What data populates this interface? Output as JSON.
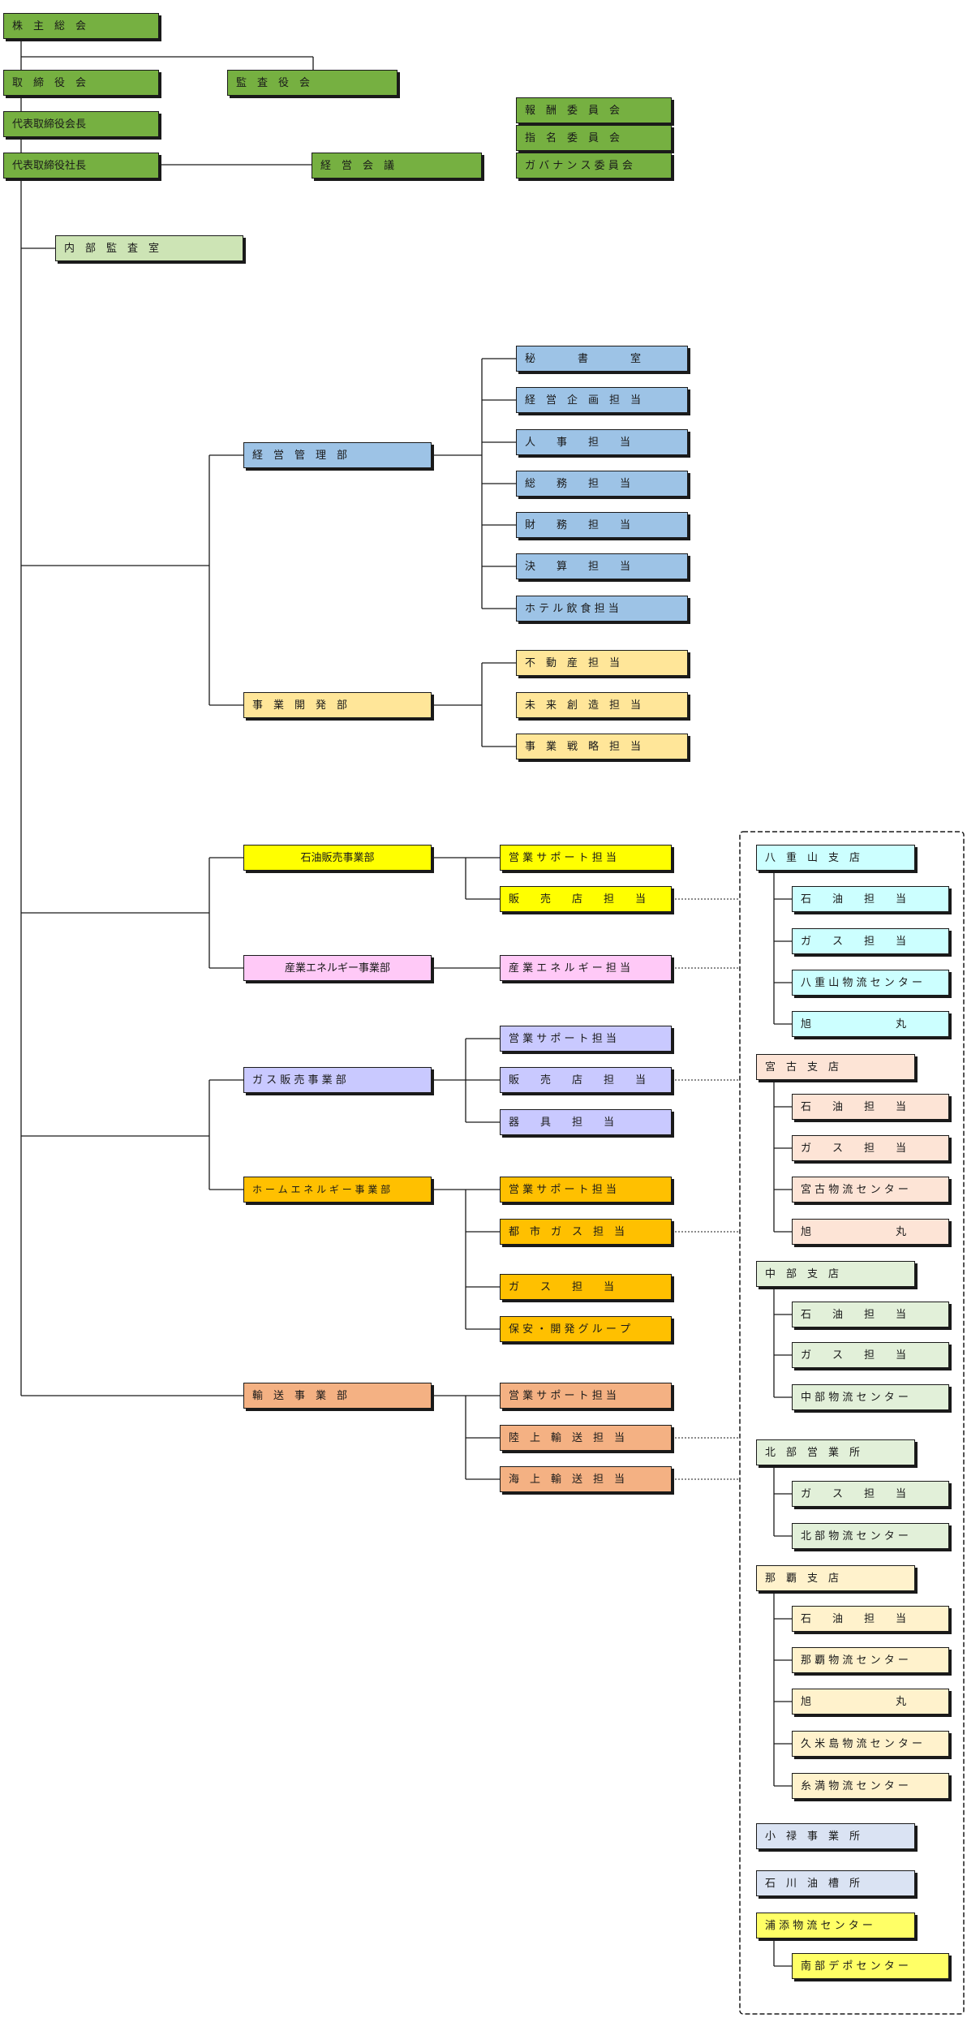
{
  "colors": {
    "green": "#76b041",
    "lgreen": "#cde4b5",
    "blue": "#9dc3e6",
    "tan": "#ffe699",
    "yellow": "#ffff00",
    "pink": "#ffc9f7",
    "lav": "#c9c9ff",
    "orange": "#ffc000",
    "salmon": "#f4b183",
    "cyan": "#ccffff",
    "peach": "#fde4d6",
    "sage": "#e2f0d9",
    "cream": "#fff2cc",
    "slate": "#dae3f3",
    "lyel": "#ffff66",
    "line": "#1a1a1a"
  },
  "nodes": {
    "shareholders": "株　主　総　会",
    "board": "取　締　役　会",
    "auditors": "監　査　役　会",
    "chairman": "代表取締役会長",
    "president": "代表取締役社長",
    "mgmt_meeting": "経　営　会　議",
    "compensation_committee": "報　酬　委　員　会",
    "nomination_committee": "指　名　委　員　会",
    "governance_committee": "ガ バ ナ ン ス 委 員 会",
    "internal_audit": "内　部　監　査　室",
    "mgmt_dept": "経　営　管　理　部",
    "secretariat": "秘　　　　書　　　　室",
    "corp_planning": "経　営　企　画　担　当",
    "hr": "人　　事　　担　　当",
    "general_affairs": "総　　務　　担　　当",
    "finance": "財　　務　　担　　当",
    "accounting": "決　　算　　担　　当",
    "hotel_food": "ホ テ ル 飲 食 担 当",
    "bizdev_dept": "事　業　開　発　部",
    "real_estate": "不　動　産　担　当",
    "future_creation": "未　来　創　造　担　当",
    "biz_strategy": "事　業　戦　略　担　当",
    "oil_sales_div": "石油販売事業部",
    "oil_sales_support": "営 業 サ ポ ー ト 担 当",
    "oil_dealer": "販　　売　　店　　担　　当",
    "industrial_energy_div": "産業エネルギー事業部",
    "industrial_energy": "産 業 エ ネ ル ギ ー 担 当",
    "gas_sales_div": "ガ ス 販 売 事 業 部",
    "gas_sales_support": "営 業 サ ポ ー ト 担 当",
    "gas_dealer": "販　　売　　店　　担　　当",
    "appliance": "器　　具　　担　　当",
    "home_energy_div": "ホ ー ム エ ネ ル ギ ー 事 業 部",
    "home_sales_support": "営 業 サ ポ ー ト 担 当",
    "city_gas": "都　市　ガ　ス　担　当",
    "home_gas": "ガ　　ス　　担　　当",
    "safety_dev": "保 安 ・ 開 発 グ ル ー プ",
    "transport_div": "輸　送　事　業　部",
    "transport_sales_support": "営 業 サ ポ ー ト 担 当",
    "land_transport": "陸　上　輸　送　担　当",
    "sea_transport": "海　上　輸　送　担　当",
    "yaeyama_branch": "八　重　山　支　店",
    "yaeyama_oil": "石　　油　　担　　当",
    "yaeyama_gas": "ガ　　ス　　担　　当",
    "yaeyama_logistics": "八 重 山 物 流 セ ン タ ー",
    "yaeyama_asahimaru": "旭　　　　　　　　丸",
    "miyako_branch": "宮　古　支　店",
    "miyako_oil": "石　　油　　担　　当",
    "miyako_gas": "ガ　　ス　　担　　当",
    "miyako_logistics": "宮 古 物 流 セ ン タ ー",
    "miyako_asahimaru": "旭　　　　　　　　丸",
    "chubu_branch": "中　部　支　店",
    "chubu_oil": "石　　油　　担　　当",
    "chubu_gas": "ガ　　ス　　担　　当",
    "chubu_logistics": "中 部 物 流 セ ン タ ー",
    "hokubu_office": "北　部　営　業　所",
    "hokubu_gas": "ガ　　ス　　担　　当",
    "hokubu_logistics": "北 部 物 流 セ ン タ ー",
    "naha_branch": "那　覇　支　店",
    "naha_oil": "石　　油　　担　　当",
    "naha_logistics": "那 覇 物 流 セ ン タ ー",
    "naha_asahimaru": "旭　　　　　　　　丸",
    "kumejima_logistics": "久 米 島 物 流 セ ン タ ー",
    "itoman_logistics": "糸 満 物 流 セ ン タ ー",
    "oroku_office": "小　禄　事　業　所",
    "ishikawa_terminal": "石　川　油　槽　所",
    "urasoe_logistics": "浦 添 物 流 セ ン タ ー",
    "nanbu_depot": "南 部 デ ポ セ ン タ ー"
  }
}
